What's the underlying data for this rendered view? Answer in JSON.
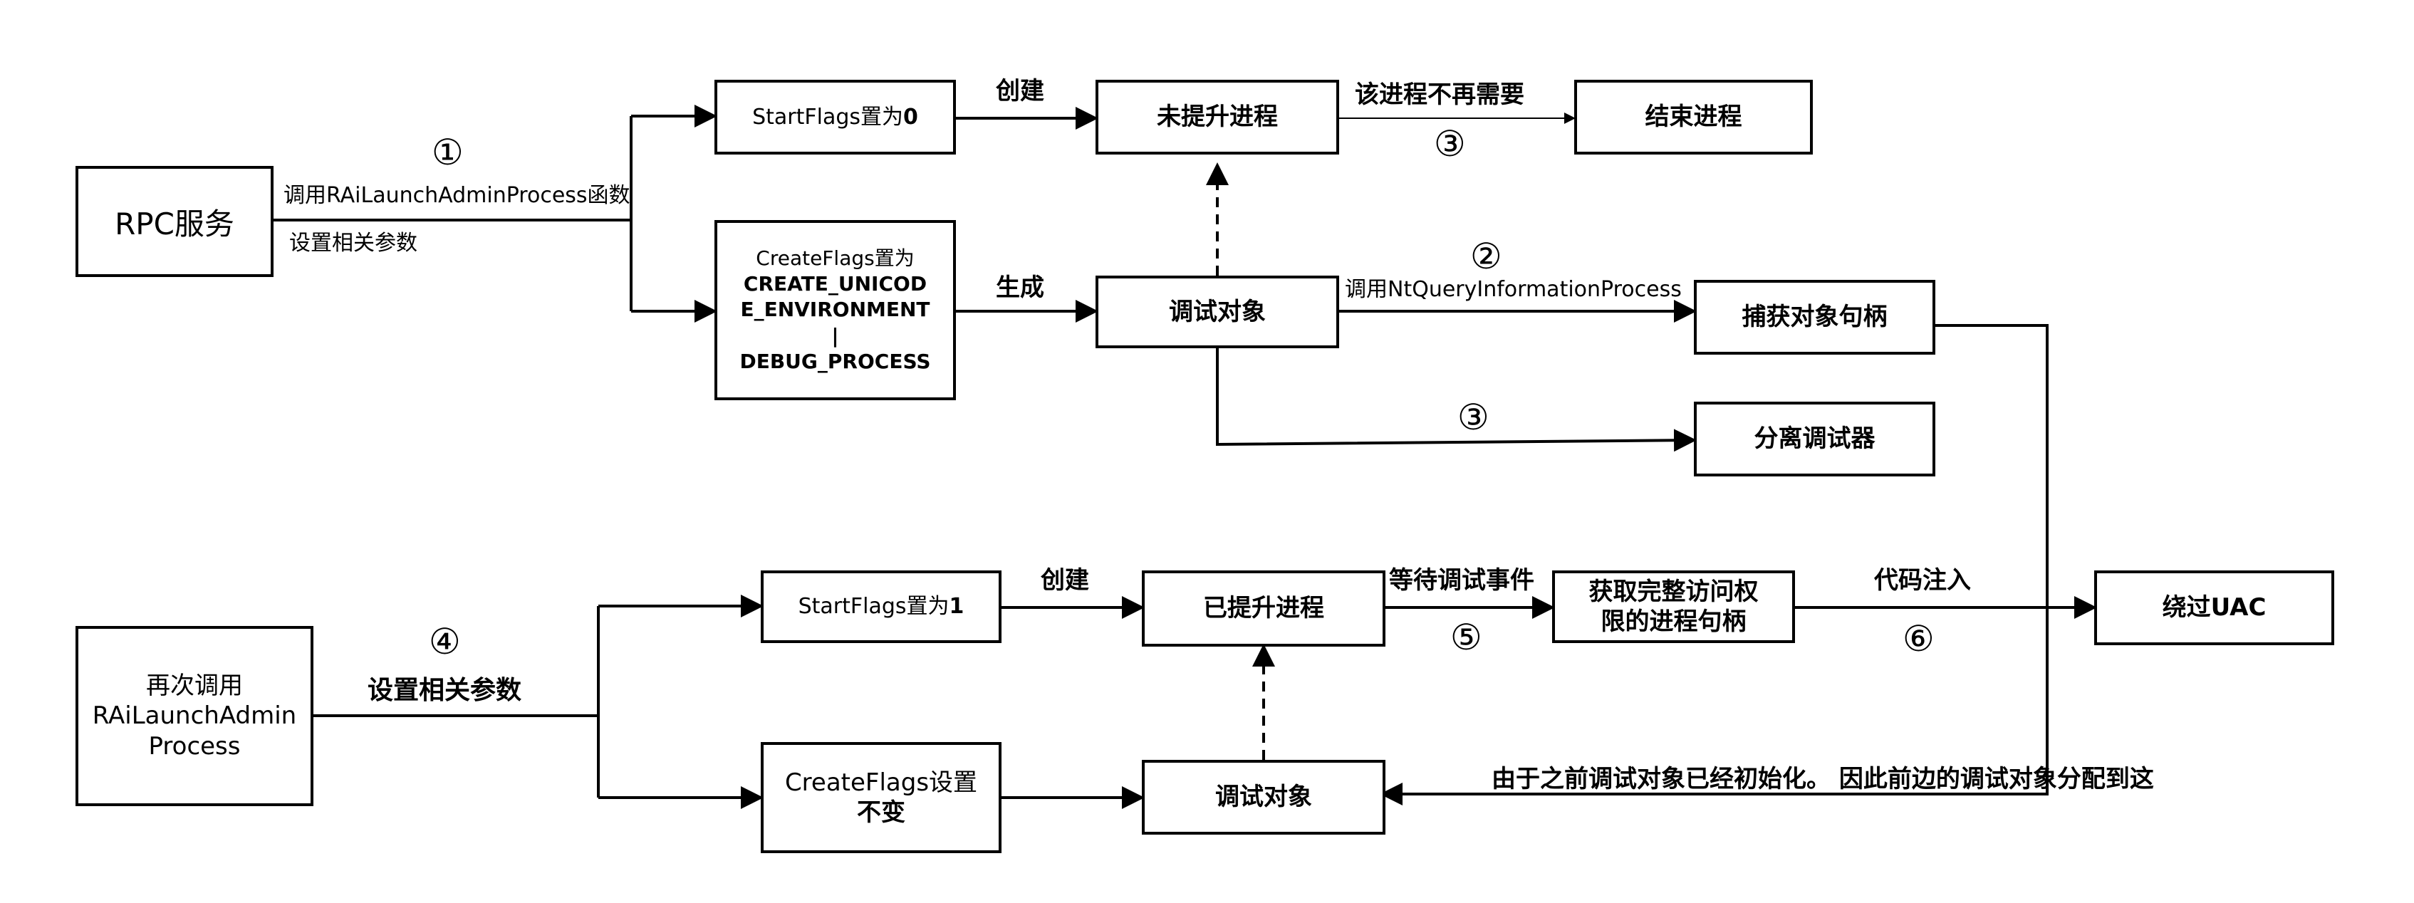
{
  "nodes": {
    "rpc": "RPC服务",
    "sf0_prefix": "StartFlags置为",
    "sf0_value": "0",
    "cf1_line1": "CreateFlags置为",
    "cf1_line2": "CREATE_UNICOD\nE_ENVIRONMENT\n|\nDEBUG_PROCESS",
    "unelevated": "未提升进程",
    "end_process": "结束进程",
    "debug_obj_1": "调试对象",
    "capture_handle": "捕获对象句柄",
    "detach_debugger": "分离调试器",
    "recall": "再次调用\nRAiLaunchAdmin\nProcess",
    "sf1_prefix": "StartFlags置为",
    "sf1_value": "1",
    "cf2_line1": "CreateFlags设置",
    "cf2_line2": "不变",
    "elevated": "已提升进程",
    "full_handle": "获取完整访问权\n限的进程句柄",
    "bypass_uac": "绕过UAC",
    "debug_obj_2": "调试对象"
  },
  "labels": {
    "call_func": "调用RAiLaunchAdminProcess函数",
    "set_params": "设置相关参数",
    "create_top": "创建",
    "generate": "生成",
    "not_needed": "该进程不再需要",
    "call_ntquery": "调用NtQueryInformationProcess",
    "set_params_2": "设置相关参数",
    "create_bottom": "创建",
    "wait_debug_event": "等待调试事件",
    "code_inject": "代码注入",
    "reuse_note": "由于之前调试对象已经初始化。\n因此前边的调试对象分配到这"
  },
  "steps": {
    "s1": "①",
    "s2": "②",
    "s3a": "③",
    "s3b": "③",
    "s4": "④",
    "s5": "⑤",
    "s6": "⑥"
  }
}
